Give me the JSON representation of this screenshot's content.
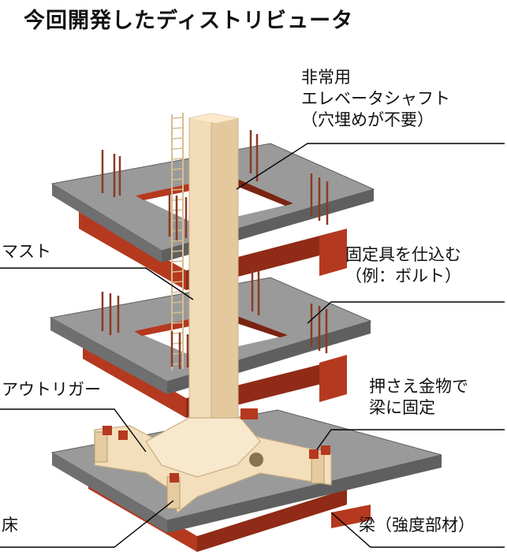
{
  "title": "今回開発したディストリビュータ",
  "labels": {
    "elevator_shaft": [
      "非常用",
      "エレベータシャフト",
      "（穴埋めが不要）"
    ],
    "mast": "マスト",
    "fixture": [
      "固定具を仕込む",
      "（例：ボルト）"
    ],
    "outrigger": "アウトリガー",
    "press_fix": [
      "押さえ金物で",
      "梁に固定"
    ],
    "floor": "床",
    "beam": "梁（強度部材）"
  },
  "colors": {
    "slab_top": "#9a9a9a",
    "slab_side": "#6f6f6f",
    "beam": "#b5391f",
    "beam_dark": "#7a2412",
    "mast": "#f2dcb8",
    "mast_side": "#d9bf97",
    "rebar": "#8b3a25",
    "leader": "#000000"
  }
}
